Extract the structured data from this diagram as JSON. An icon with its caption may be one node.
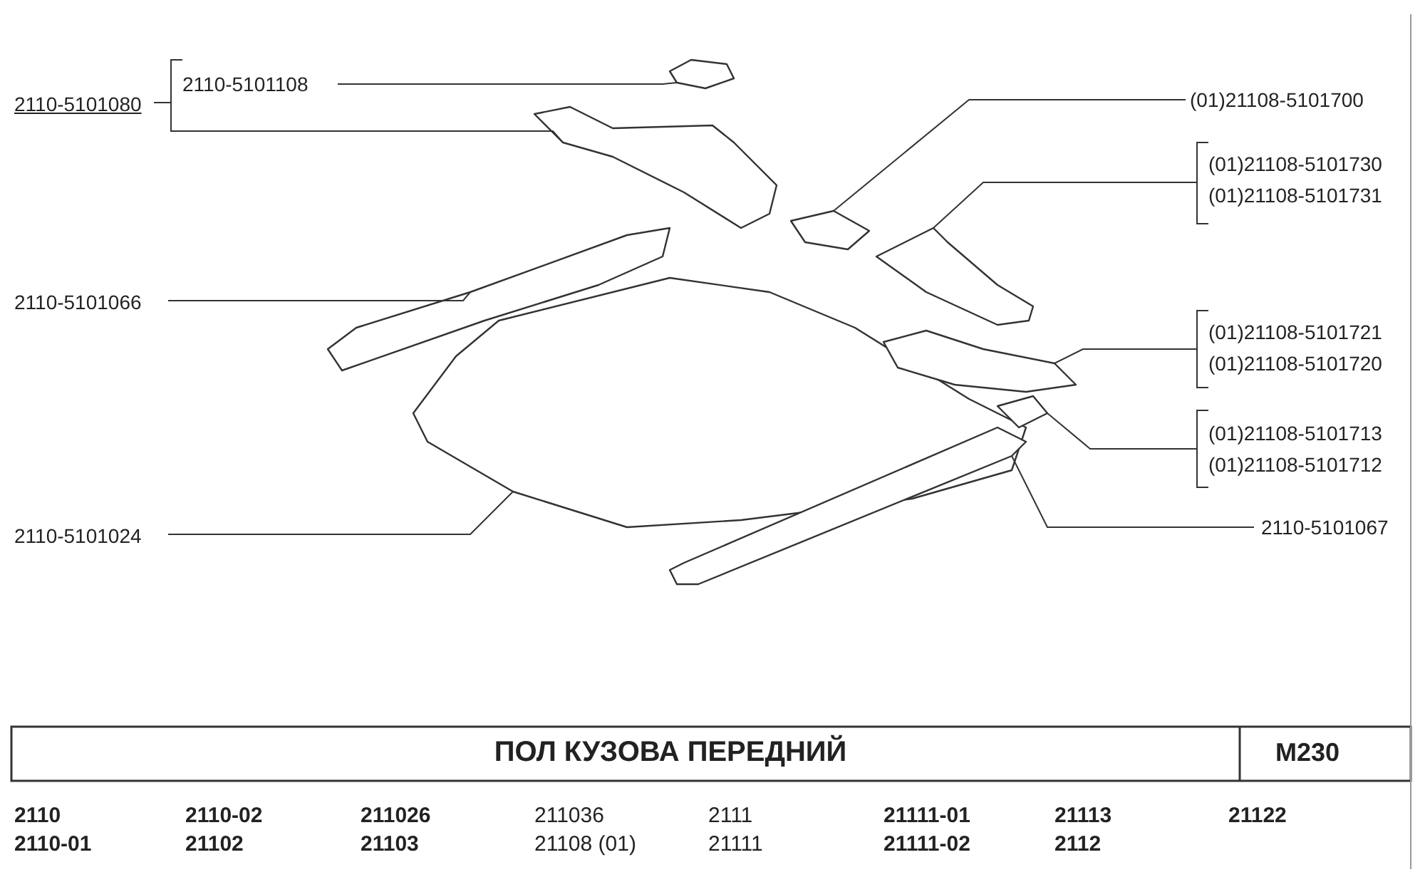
{
  "diagram": {
    "title": "ПОЛ КУЗОВА ПЕРЕДНИЙ",
    "nodes": [
      {
        "text": [
          "2110-5101080"
        ]
      },
      {
        "text": [
          "2110-5101108"
        ]
      },
      {
        "text": [
          "(01)21108-5101700"
        ]
      },
      {
        "text": [
          "(01)21108-5101730",
          "(01)21108-5101731"
        ]
      },
      {
        "text": [
          "2110-5101066"
        ]
      },
      {
        "text": [
          "(01)21108-5101721",
          "(01)21108-5101720"
        ]
      },
      {
        "text": [
          "(01)21108-5101713",
          "(01)21108-5101712"
        ]
      },
      {
        "text": [
          "2110-5101024"
        ]
      },
      {
        "text": [
          "2110-5101067"
        ]
      },
      {
        "text": [],
        "shape": "picture"
      },
      {
        "text": [],
        "shape": "picture"
      },
      {
        "text": [],
        "shape": "picture"
      },
      {
        "text": [],
        "shape": "picture"
      },
      {
        "text": [],
        "shape": "picture"
      },
      {
        "text": [],
        "shape": "picture"
      },
      {
        "text": [],
        "shape": "picture"
      },
      {
        "text": [],
        "shape": "picture"
      },
      {
        "text": [],
        "shape": "picture"
      }
    ],
    "edges": [
      {
        "from": 0,
        "to": 1,
        "arrow": "none"
      },
      {
        "from": 1,
        "to": 9,
        "arrow": "none"
      },
      {
        "from": 0,
        "to": 10,
        "arrow": "none"
      },
      {
        "from": 2,
        "to": 11,
        "arrow": "none"
      },
      {
        "from": 3,
        "to": 13,
        "arrow": "none"
      },
      {
        "from": 4,
        "to": 12,
        "arrow": "none"
      },
      {
        "from": 5,
        "to": 14,
        "arrow": "none"
      },
      {
        "from": 6,
        "to": 16,
        "arrow": "none"
      },
      {
        "from": 7,
        "to": 15,
        "arrow": "none"
      },
      {
        "from": 8,
        "to": 17,
        "arrow": "none"
      }
    ],
    "labels": [
      "M230",
      "2110",
      "2110-02",
      "211026",
      "211036",
      "2111",
      "21111-01",
      "21113",
      "21122",
      "2110-01",
      "21102",
      "21103",
      "21108 (01)",
      "21111",
      "21111-02",
      "2112"
    ]
  }
}
